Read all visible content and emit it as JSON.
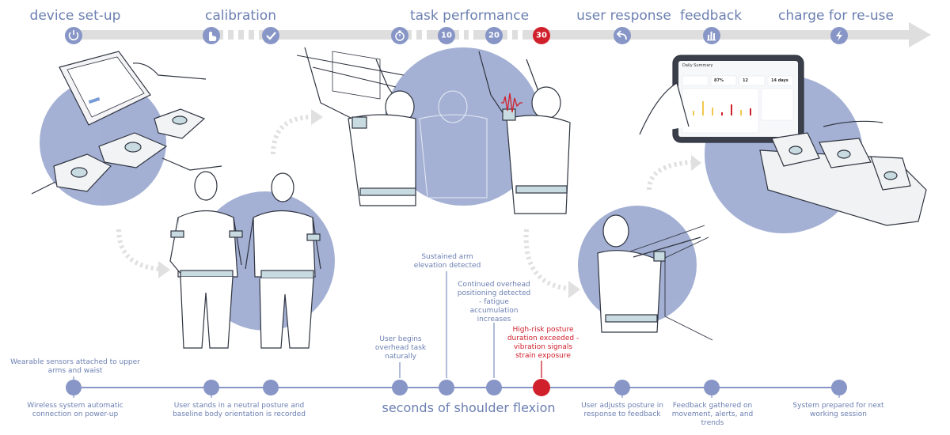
{
  "phases": [
    {
      "id": "setup",
      "label": "device set-up"
    },
    {
      "id": "calibration",
      "label": "calibration"
    },
    {
      "id": "task",
      "label": "task performance"
    },
    {
      "id": "response",
      "label": "user response"
    },
    {
      "id": "feedback",
      "label": "feedback"
    },
    {
      "id": "charge",
      "label": "charge for re-use"
    }
  ],
  "top_milestones": [
    {
      "icon": "power-icon"
    },
    {
      "icon": "hand-tap-icon"
    },
    {
      "icon": "check-icon"
    },
    {
      "icon": "stopwatch-icon"
    },
    {
      "label": "10"
    },
    {
      "label": "20"
    },
    {
      "label": "30"
    },
    {
      "icon": "undo-arrow-icon"
    },
    {
      "icon": "bar-chart-icon"
    },
    {
      "icon": "lightning-icon"
    }
  ],
  "notes": {
    "n1": [
      "Wearable sensors attached to upper",
      "arms and waist"
    ],
    "n2": [
      "Wireless system automatic",
      "connection on power-up"
    ],
    "n3": [
      "User stands in a neutral posture and",
      "baseline body orientation is recorded"
    ],
    "n4": [
      "User begins",
      "overhead task",
      "naturally"
    ],
    "n5": [
      "Sustained arm",
      "elevation detected"
    ],
    "n6": [
      "Continued overhead",
      "positioning detected",
      "- fatigue",
      "accumulation",
      "increases"
    ],
    "n7": [
      "High-risk posture",
      "duration exceeded -",
      "vibration signals",
      "strain exposure"
    ],
    "n8": [
      "User adjusts posture in",
      "response to feedback"
    ],
    "n9": [
      "Feedback gathered on",
      "movement, alerts, and",
      "trends"
    ],
    "n10": [
      "System prepared for next",
      "working session"
    ]
  },
  "axis_title": "seconds of shoulder flexion",
  "tablet_screen": {
    "title": "Daily Summary",
    "stat_a": "87%",
    "stat_b": "12",
    "stat_c": "14 days"
  },
  "colors": {
    "text": "#6b7fb1",
    "accent": "#8796c6",
    "bubble": "#94a3cc",
    "alert": "#d0202c",
    "track": "#dcdcdc",
    "sensor": "#c8dbe0"
  }
}
